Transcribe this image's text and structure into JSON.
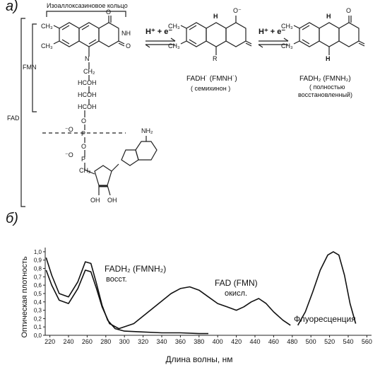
{
  "panel_a": {
    "label": "а)",
    "ring_title": "Изоаллоксазиновое кольцо",
    "fmn_label": "FMN",
    "fad_label": "FAD",
    "arrow1": "H⁺ + e⁻",
    "arrow2": "H⁺ + e⁻",
    "semi_name": "FADH˙ (FMNH˙)",
    "semi_sub": "( семихинон )",
    "red_name": "FADH₂ (FMNH₂)",
    "red_sub1": "( полностью",
    "red_sub2": "восстановленный)",
    "chain": [
      "CH₂",
      "HCOH",
      "HCOH",
      "HCOH",
      "CH₂",
      "O",
      "O",
      "O"
    ],
    "phosphate": "P",
    "o_minus": "⁻O",
    "amine": "NH₂",
    "oh1": "OH",
    "oh2": "OH"
  },
  "panel_b": {
    "label": "б)",
    "ylabel": "Оптическая плотность",
    "xlabel": "Длина волны, нм",
    "red_label": "FADH₂ (FMNH₂)",
    "red_sub": "восст.",
    "ox_label": "FAD (FMN)",
    "ox_sub": "окисл.",
    "fl_label": "Флуоресценция"
  },
  "chart_data": {
    "type": "line",
    "xlabel": "Длина волны, нм",
    "ylabel": "Оптическая плотность",
    "xlim": [
      215,
      565
    ],
    "ylim": [
      0.0,
      1.05
    ],
    "xticks": [
      220,
      240,
      260,
      280,
      300,
      320,
      340,
      360,
      380,
      400,
      420,
      440,
      460,
      480,
      500,
      520,
      540,
      560
    ],
    "yticks": [
      0.0,
      0.1,
      0.2,
      0.3,
      0.4,
      0.5,
      0.6,
      0.7,
      0.8,
      0.9,
      1.0
    ],
    "ytick_labels": [
      "0,0",
      "0,1",
      "0,2",
      "0,3",
      "0,4",
      "0,5",
      "0,6",
      "0,7",
      "0,8",
      "0,9",
      "1,0"
    ],
    "series": [
      {
        "name": "FAD (FMN)",
        "x": [
          216,
          222,
          230,
          240,
          250,
          258,
          264,
          270,
          276,
          284,
          294,
          310,
          330,
          350,
          360,
          370,
          380,
          390,
          400,
          410,
          420,
          428,
          436,
          444,
          452,
          460,
          470,
          478
        ],
        "y": [
          0.78,
          0.6,
          0.42,
          0.38,
          0.56,
          0.78,
          0.76,
          0.56,
          0.34,
          0.14,
          0.08,
          0.14,
          0.32,
          0.5,
          0.56,
          0.58,
          0.54,
          0.46,
          0.38,
          0.34,
          0.3,
          0.34,
          0.4,
          0.44,
          0.38,
          0.28,
          0.18,
          0.12
        ]
      },
      {
        "name": "FADH₂ (FMNH₂)",
        "x": [
          216,
          222,
          230,
          240,
          250,
          258,
          264,
          270,
          276,
          282,
          290,
          300,
          320,
          340,
          360,
          380,
          390
        ],
        "y": [
          0.93,
          0.72,
          0.5,
          0.46,
          0.64,
          0.88,
          0.86,
          0.62,
          0.36,
          0.18,
          0.08,
          0.05,
          0.04,
          0.03,
          0.03,
          0.02,
          0.02
        ]
      },
      {
        "name": "Флуоресценция",
        "x": [
          486,
          494,
          502,
          510,
          518,
          524,
          530,
          536,
          542,
          548
        ],
        "y": [
          0.12,
          0.28,
          0.52,
          0.78,
          0.96,
          1.0,
          0.96,
          0.72,
          0.38,
          0.14
        ]
      }
    ]
  }
}
